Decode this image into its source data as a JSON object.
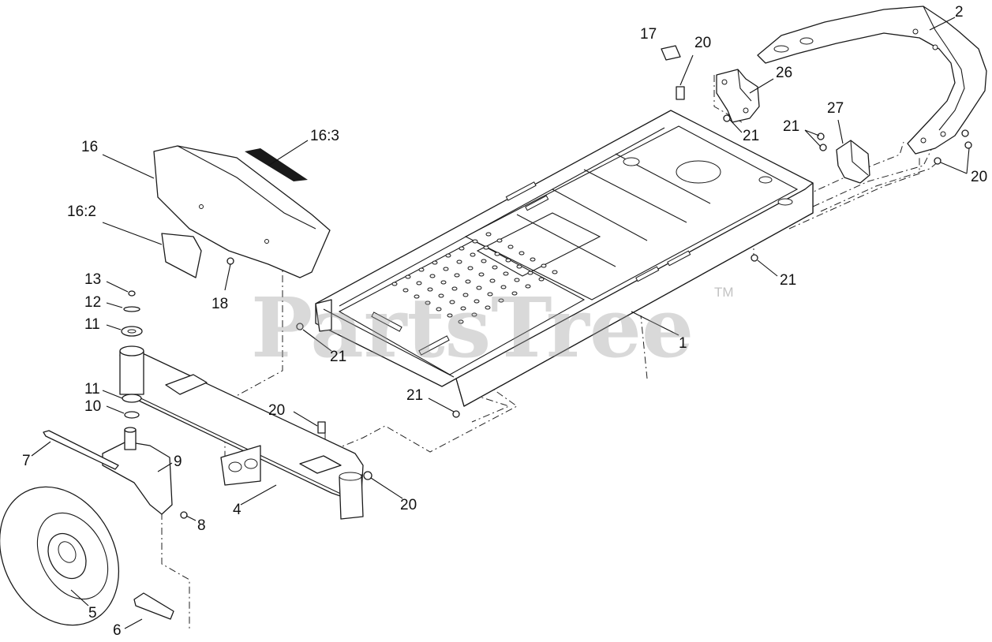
{
  "diagram": {
    "watermark": "PartsTree",
    "watermark_mark": "TM",
    "callouts": [
      {
        "id": "c-2",
        "text": "2"
      },
      {
        "id": "c-17",
        "text": "17"
      },
      {
        "id": "c-20a",
        "text": "20"
      },
      {
        "id": "c-26",
        "text": "26"
      },
      {
        "id": "c-27",
        "text": "27"
      },
      {
        "id": "c-21a",
        "text": "21"
      },
      {
        "id": "c-21b",
        "text": "21"
      },
      {
        "id": "c-20b",
        "text": "20"
      },
      {
        "id": "c-21c",
        "text": "21"
      },
      {
        "id": "c-16",
        "text": "16"
      },
      {
        "id": "c-16-3",
        "text": "16:3"
      },
      {
        "id": "c-16-2",
        "text": "16:2"
      },
      {
        "id": "c-18",
        "text": "18"
      },
      {
        "id": "c-13",
        "text": "13"
      },
      {
        "id": "c-12",
        "text": "12"
      },
      {
        "id": "c-11a",
        "text": "11"
      },
      {
        "id": "c-21d",
        "text": "21"
      },
      {
        "id": "c-1",
        "text": "1"
      },
      {
        "id": "c-11b",
        "text": "11"
      },
      {
        "id": "c-10",
        "text": "10"
      },
      {
        "id": "c-21e",
        "text": "21"
      },
      {
        "id": "c-20c",
        "text": "20"
      },
      {
        "id": "c-7",
        "text": "7"
      },
      {
        "id": "c-9",
        "text": "9"
      },
      {
        "id": "c-8",
        "text": "8"
      },
      {
        "id": "c-4",
        "text": "4"
      },
      {
        "id": "c-20d",
        "text": "20"
      },
      {
        "id": "c-5",
        "text": "5"
      },
      {
        "id": "c-6",
        "text": "6"
      }
    ]
  }
}
